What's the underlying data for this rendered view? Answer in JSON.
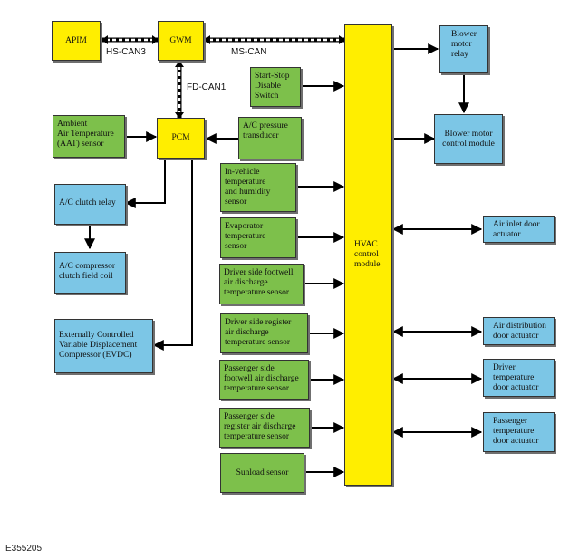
{
  "blocks": {
    "apim": "APIM",
    "gwm": "GWM",
    "pcm": "PCM",
    "hvac": "HVAC\ncontrol\nmodule",
    "start_stop": "Start-Stop\nDisable\nSwitch",
    "aat": "Ambient\nAir Temperature\n(AAT) sensor",
    "ac_pressure": "A/C pressure\ntransducer",
    "in_vehicle": "In-vehicle\ntemperature\nand humidity\nsensor",
    "evaporator": "Evaporator\ntemperature\nsensor",
    "driver_footwell": "Driver side footwell\nair discharge\ntemperature sensor",
    "driver_register": "Driver side register\nair discharge\ntemperature sensor",
    "passenger_footwell": "Passenger side\nfootwell air discharge\ntemperature sensor",
    "passenger_register": "Passenger side\nregister air discharge\ntemperature sensor",
    "sunload": "Sunload sensor",
    "blower_relay": "Blower\nmotor\nrelay",
    "blower_module": "Blower motor\ncontrol module",
    "air_inlet": "Air inlet door\nactuator",
    "air_distribution": "Air distribution\ndoor actuator",
    "driver_temp_door": "Driver\ntemperature\ndoor actuator",
    "passenger_temp_door": "Passenger\ntemperature\ndoor actuator",
    "ac_clutch_relay": "A/C clutch relay",
    "ac_compressor_coil": "A/C compressor\nclutch field coil",
    "evdc": "Externally Controlled\nVariable Displacement\nCompressor (EVDC)"
  },
  "bus_labels": {
    "hs_can3": "HS-CAN3",
    "ms_can": "MS-CAN",
    "fd_can1": "FD-CAN1"
  },
  "figure_code": "E355205",
  "colors": {
    "module_yellow": "#ffee00",
    "sensor_green": "#7dc04b",
    "actuator_blue": "#7cc6e6",
    "line": "#000000"
  }
}
